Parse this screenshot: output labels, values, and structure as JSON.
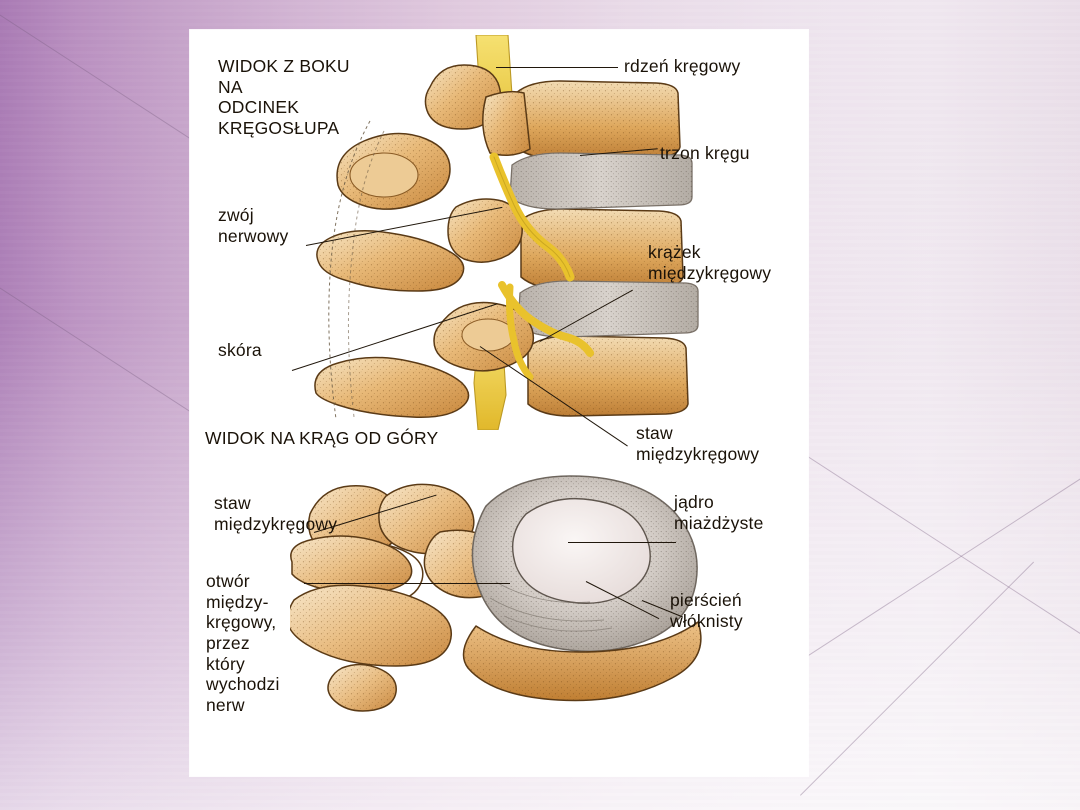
{
  "slide": {
    "background_colors": {
      "left": "#a97ab4",
      "mid": "#d3b6d4",
      "right": "#eadfe9",
      "panel": "#ffffff"
    }
  },
  "picture": {
    "top_view": {
      "caption": "WIDOK Z BOKU\nNA\nODCINEK\nKRĘGOSŁUPA",
      "labels": [
        {
          "id": "rdzen-kregowy",
          "text": "rdzeń kręgowy"
        },
        {
          "id": "trzon-kregu",
          "text": "trzon kręgu"
        },
        {
          "id": "zwoj-nerwowy",
          "text": "zwój\nnerwowy"
        },
        {
          "id": "krazek-miedzykregowy",
          "text": "krążek\nmiędzykręgowy"
        },
        {
          "id": "skora",
          "text": "skóra"
        },
        {
          "id": "staw-miedzykregowy",
          "text": "staw\nmiędzykręgowy"
        }
      ]
    },
    "bottom_view": {
      "caption": "WIDOK NA KRĄG OD GÓRY",
      "labels": [
        {
          "id": "staw-miedzykregowy-gora",
          "text": "staw\nmiędzykręgowy"
        },
        {
          "id": "jadro-miazdzyste",
          "text": "jądro\nmiażdżyste"
        },
        {
          "id": "otwor-miedzykregowy",
          "text": "otwór\nmiędzy-\nkręgowy,\nprzez\nktóry\nwychodzi\nnerw"
        },
        {
          "id": "pierscien-wloknisty",
          "text": "pierścień\nwłóknisty"
        }
      ]
    },
    "art_colors": {
      "bone_light": "#f3dcb4",
      "bone_mid": "#e0a95e",
      "bone_dark": "#c1813a",
      "outline": "#5a3a16",
      "disc_gray": "#cfc9c4",
      "disc_gray_dark": "#9e978f",
      "nerve_yellow": "#f2d23f",
      "nucleus": "#efe7e6"
    }
  }
}
